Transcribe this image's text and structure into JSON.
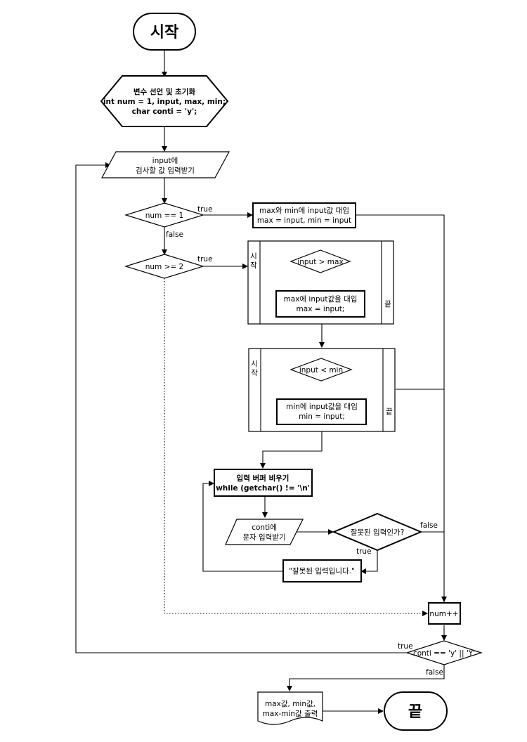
{
  "nodes": {
    "start": "시작",
    "init": [
      "변수 선언 및 초기화",
      "int num = 1, input, max, min;",
      "char conti = 'y';"
    ],
    "read_input": [
      "input에",
      "검사할 값 입력받기"
    ],
    "check_first": "num == 1",
    "set_both": [
      "max와 min에 input값 대입",
      "max = input, min = input"
    ],
    "check_later": "num >= 2",
    "loop1": {
      "start": [
        "시",
        "작"
      ],
      "decision": "input > max",
      "assign": [
        "max에 input값을 대입",
        "max = input;"
      ],
      "end": "끝"
    },
    "loop2": {
      "start": [
        "시",
        "작"
      ],
      "decision": "input < min",
      "assign": [
        "min에 input값을 대입",
        "min = input;"
      ],
      "end": "끝"
    },
    "flush": [
      "입력 버퍼 비우기",
      "while (getchar() != '\\n'"
    ],
    "read_conti": [
      "conti에",
      "문자 입력받기"
    ],
    "check_invalid": "잘못된 입력인가?",
    "invalid_msg": "\"잘못된 입력입니다.\"",
    "increment": "num++",
    "check_continue": "conti == 'y' || 'Y'",
    "output": [
      "max값, min값,",
      "max-min값 출력"
    ],
    "end": "끝"
  },
  "edge_labels": {
    "first_true": "true",
    "first_false": "false",
    "later_true": "true",
    "invalid_true": "true",
    "invalid_false": "false",
    "continue_true": "true",
    "continue_false": "false"
  }
}
